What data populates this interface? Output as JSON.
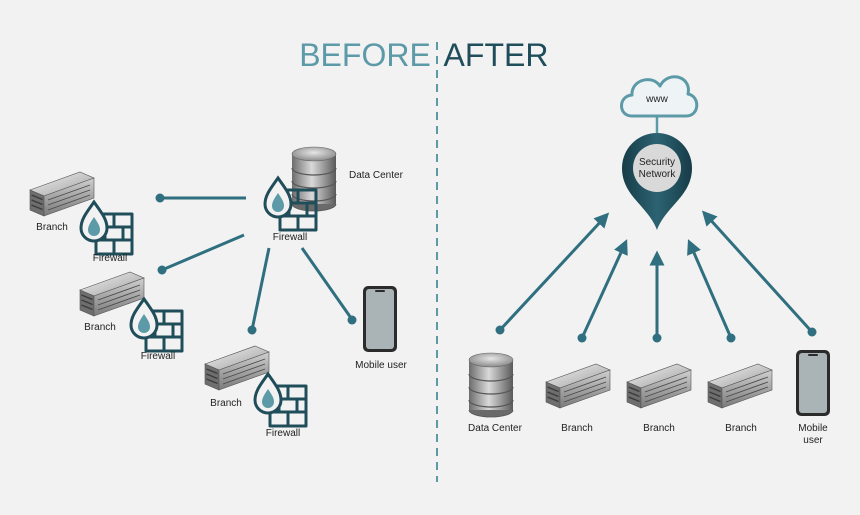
{
  "header": {
    "before": "BEFORE",
    "after": "AFTER",
    "before_color": "#5c9aa8",
    "after_color": "#1f4d5a"
  },
  "before": {
    "data_center_label": "Data Center",
    "firewall_main_label": "Firewall",
    "mobile_label": "Mobile user",
    "branch1": {
      "branch_label": "Branch",
      "firewall_label": "Firewall"
    },
    "branch2": {
      "branch_label": "Branch",
      "firewall_label": "Firewall"
    },
    "branch3": {
      "branch_label": "Branch",
      "firewall_label": "Firewall"
    }
  },
  "after": {
    "cloud_label": "www",
    "pin_label_line1": "Security",
    "pin_label_line2": "Network",
    "nodes": {
      "data_center": "Data Center",
      "branch1": "Branch",
      "branch2": "Branch",
      "branch3": "Branch",
      "mobile_line1": "Mobile",
      "mobile_line2": "user"
    }
  },
  "colors": {
    "connector": "#2f6f7f",
    "icon_dark": "#1f4d5a",
    "divider": "#5c9aa8",
    "background": "#f2f2f2"
  }
}
